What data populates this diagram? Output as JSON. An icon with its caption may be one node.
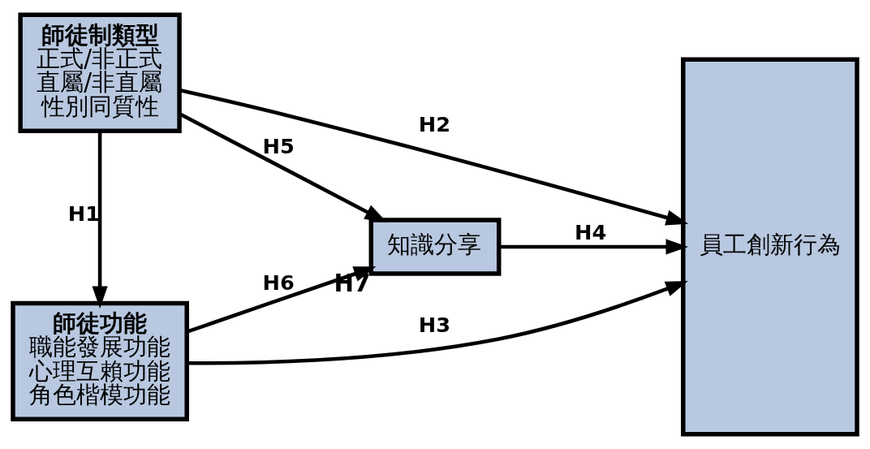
{
  "diagram": {
    "nodes": [
      {
        "text": [
          "師徒制類型",
          "正式/非正式",
          "直屬/非直屬",
          "性別同質性"
        ]
      },
      {
        "text": [
          "師徒功能",
          "職能發展功能",
          "心理互賴功能",
          "角色楷模功能"
        ]
      },
      {
        "text": [
          "知識分享"
        ],
        "beside": [
          "H7"
        ]
      },
      {
        "text": [
          "員工創新行為"
        ]
      }
    ],
    "edges": [
      {
        "from": 0,
        "to": 1,
        "arrow": "to",
        "label": "H1"
      },
      {
        "from": 0,
        "to": 3,
        "arrow": "to",
        "label": "H2"
      },
      {
        "from": 0,
        "to": 2,
        "arrow": "to",
        "label": "H5"
      },
      {
        "from": 2,
        "to": 3,
        "arrow": "to",
        "label": "H4"
      },
      {
        "from": 1,
        "to": 2,
        "arrow": "to",
        "label": "H6"
      },
      {
        "from": 1,
        "to": 3,
        "arrow": "to",
        "label": "H3"
      }
    ]
  }
}
